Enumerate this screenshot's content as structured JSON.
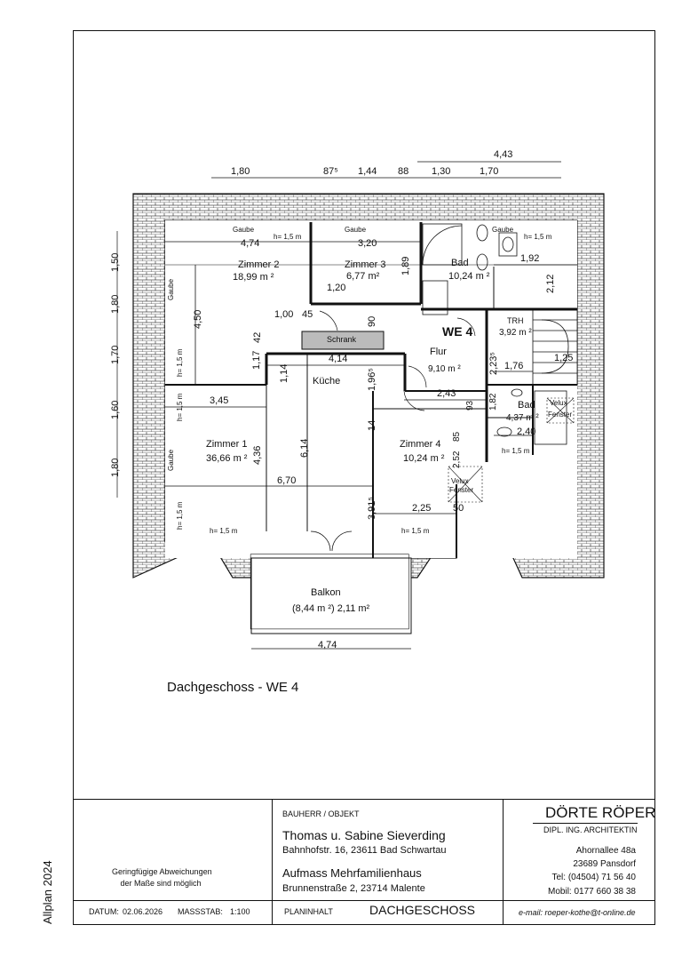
{
  "plan_title": "Dachgeschoss  -  WE 4",
  "unit_label": "WE 4",
  "software": "Allplan 2024",
  "rooms": {
    "zimmer2": {
      "name": "Zimmer 2",
      "area": "18,99 m ²"
    },
    "zimmer3": {
      "name": "Zimmer 3",
      "area": "6,77 m²"
    },
    "bad1": {
      "name": "Bad",
      "area": "10,24 m ²"
    },
    "trh": {
      "name": "TRH",
      "area": "3,92 m ²"
    },
    "flur": {
      "name": "Flur",
      "area": "9,10 m ²"
    },
    "kueche": {
      "name": "Küche"
    },
    "zimmer1": {
      "name": "Zimmer 1",
      "area": "36,66 m ²"
    },
    "zimmer4": {
      "name": "Zimmer 4",
      "area": "10,24 m ²"
    },
    "bad2": {
      "name": "Bad",
      "area": "4,37 m ²"
    },
    "balkon": {
      "name": "Balkon",
      "area": "(8,44 m ²) 2,11 m²"
    },
    "schrank": {
      "name": "Schrank"
    }
  },
  "labels": {
    "gaube": "Gaube",
    "h15": "h= 1,5 m",
    "velux1": "Velux",
    "velux2": "Fenster"
  },
  "dims": {
    "top_443": "4,43",
    "top_180": "1,80",
    "top_875": "87⁵",
    "top_144": "1,44",
    "top_88": "88",
    "top_130": "1,30",
    "top_170": "1,70",
    "left_150": "1,50",
    "left_180a": "1,80",
    "left_170": "1,70",
    "left_160": "1,60",
    "left_180b": "1,80",
    "d474": "4,74",
    "d320": "3,20",
    "d192": "1,92",
    "d212": "2,12",
    "d450": "4,50",
    "d189": "1,89",
    "d120": "1,20",
    "d100": "1,00",
    "d45": "45",
    "d90": "90",
    "d117": "1,17",
    "d42": "42",
    "d414": "4,14",
    "d114": "1,14",
    "d1965": "1,96⁵",
    "d2235": "2,23⁵",
    "d176": "1,76",
    "d125": "1,25",
    "d345": "3,45",
    "d243": "2,43",
    "d93": "93",
    "d182": "1,82",
    "d240": "2,40",
    "d436": "4,36",
    "d614": "6,14",
    "d14": "14",
    "d85": "85",
    "d252": "2,52",
    "d670": "6,70",
    "d3915": "3,91⁵",
    "d225": "2,25",
    "d50": "50",
    "d474b": "4,74"
  },
  "note": {
    "line1": "Geringfügige Abweichungen",
    "line2": "der Maße sind möglich"
  },
  "footer": {
    "datum_label": "DATUM:",
    "datum_value": "02.06.2026",
    "massstab_label": "MASSSTAB:",
    "massstab_value": "1:100",
    "planinhalt_label": "PLANINHALT",
    "planinhalt_value": "DACHGESCHOSS"
  },
  "client": {
    "heading": "BAUHERR / OBJEKT",
    "name": "Thomas u. Sabine Sieverding",
    "address": "Bahnhofstr. 16, 23611 Bad Schwartau",
    "project": "Aufmass Mehrfamilienhaus",
    "project_address": "Brunnenstraße 2, 23714 Malente"
  },
  "architect": {
    "name": "DÖRTE RÖPER",
    "title": "DIPL. ING. ARCHITEKTIN",
    "street": "Ahornallee 48a",
    "city": "23689 Pansdorf",
    "tel": "Tel:  (04504) 71 56 40",
    "mobil": "Mobil: 0177 660 38 38",
    "email": "e-mail: roeper-kothe@t-online.de"
  }
}
